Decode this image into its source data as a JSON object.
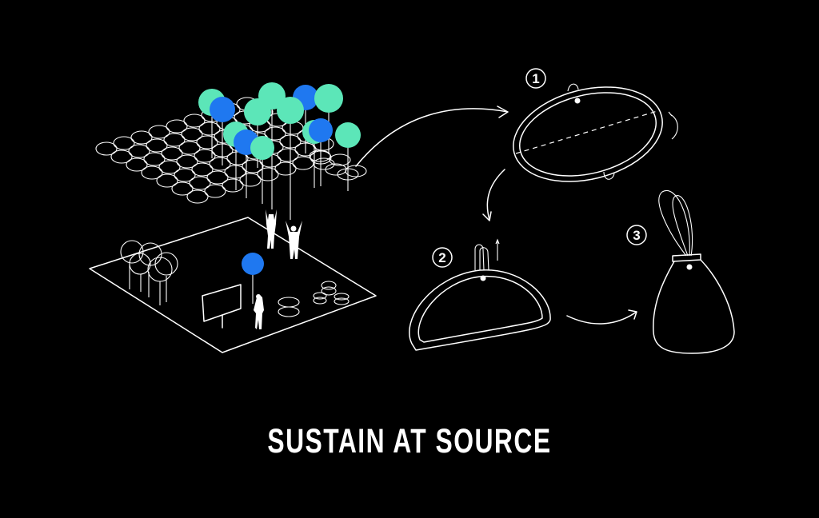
{
  "title": "SUSTAIN AT SOURCE",
  "steps": [
    "1",
    "2",
    "3"
  ],
  "colors": {
    "background": "#000000",
    "balloon_green": "#5ce6b8",
    "balloon_blue": "#1f78f0",
    "line": "#ffffff"
  }
}
